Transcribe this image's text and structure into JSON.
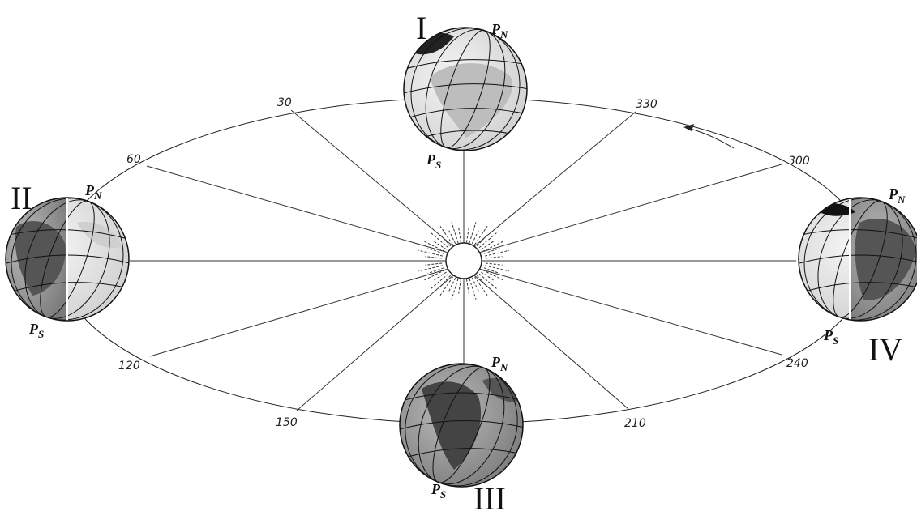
{
  "diagram": {
    "degree_labels": [
      "30",
      "60",
      "120",
      "150",
      "210",
      "240",
      "300",
      "330"
    ],
    "positions": [
      "I",
      "II",
      "III",
      "IV"
    ],
    "pole_north": "P",
    "pole_north_sub": "N",
    "pole_south": "P",
    "pole_south_sub": "S"
  },
  "colors": {
    "line": "#222222",
    "globe_light": "#e6e6e6",
    "globe_dark": "#8a8a8a",
    "land_dark": "#555555"
  }
}
